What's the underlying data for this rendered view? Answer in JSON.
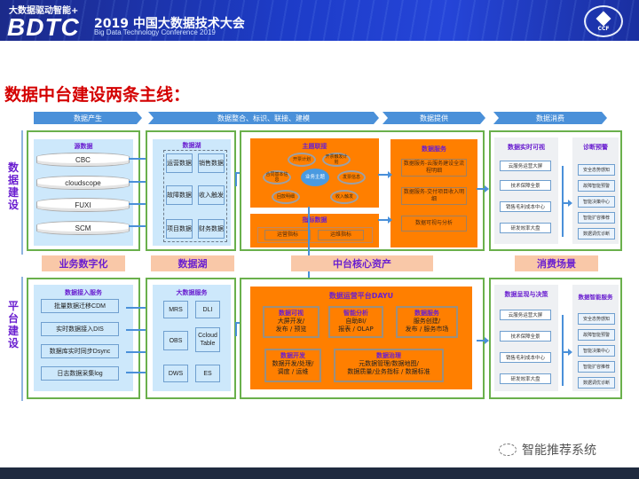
{
  "header": {
    "tagline": "大数据驱动智能+",
    "logo": "BDTC",
    "conference_cn": "2019 中国大数据技术大会",
    "conference_en": "Big Data Technology Conference 2019",
    "badge_text": "CCF"
  },
  "title": "数据中台建设两条主线：",
  "phases": [
    "数据产生",
    "数据整合、标识、联接、建模",
    "数据提供",
    "数据消费"
  ],
  "rows": {
    "data_construction": "数据建设",
    "platform_construction": "平台建设"
  },
  "data_row": {
    "source": {
      "title": "源数据",
      "items": [
        "CBC",
        "cloudscope",
        "FUXI",
        "SCM"
      ]
    },
    "lake": {
      "title": "数据湖",
      "cells": [
        "运营数据",
        "销售数据",
        "故障数据",
        "收入触发",
        "项目数据",
        "财务数据"
      ]
    },
    "topic": {
      "title": "主题联接",
      "hub": "业务主题",
      "nodes": [
        "开票计划",
        "开票触发计划",
        "合同基本信息",
        "发票信息",
        "回款明细",
        "收入触发"
      ]
    },
    "indicator": {
      "title": "指标数据",
      "cells": [
        "运营指标",
        "运维指标"
      ]
    },
    "service": {
      "title": "数据服务",
      "cells": [
        "数据服务-云服务建设全流程明细",
        "数据服务-交付项目收入明细",
        "数据可视与分析"
      ]
    },
    "realtime": {
      "title": "数据实时可视",
      "cells": [
        "云服务运营大屏",
        "技术保障全景",
        "销售毛利成本中心",
        "研发效率大盘"
      ]
    },
    "diagnosis": {
      "title": "诊断预警",
      "cells": [
        "安全态势感知",
        "故障智能预警",
        "智能决策中心",
        "智能扩容推荐",
        "数据调优诊断"
      ]
    }
  },
  "bands": [
    "业务数字化",
    "数据湖",
    "中台核心资产",
    "消费场景"
  ],
  "platform_row": {
    "ingest": {
      "title": "数据接入服务",
      "items": [
        "批量数据迁移CDM",
        "实时数据接入DIS",
        "数据库实时同步Dsync",
        "日志数据采集log"
      ]
    },
    "bigdata": {
      "title": "大数据服务",
      "cells": [
        "MRS",
        "DLI",
        "OBS",
        "Ccloud Table",
        "DWS",
        "ES"
      ]
    },
    "dayu": {
      "title": "数据运营平台DAYU",
      "modules": [
        {
          "head": "数据可视",
          "line1": "大屏开发/",
          "line2": "发布 / 预览"
        },
        {
          "head": "智能分析",
          "line1": "自助BI/",
          "line2": "报表 / OLAP"
        },
        {
          "head": "数据服务",
          "line1": "服务创建/",
          "line2": "发布 / 服务市场"
        },
        {
          "head": "数据开发",
          "line1": "数据开发/处理/",
          "line2": "调度 / 运维"
        },
        {
          "head": "数据治理",
          "line1": "元数据管理/数据地图/",
          "line2": "数据质量/业务指标 / 数据标准"
        }
      ]
    },
    "presentation": {
      "title": "数据呈现与决策",
      "cells": [
        "云服务运营大屏",
        "技术保障全景",
        "销售毛利成本中心",
        "研发效率大盘"
      ]
    },
    "intelligent": {
      "title": "数据智能服务",
      "cells": [
        "安全态势感知",
        "故障智能预警",
        "智能决策中心",
        "智能扩容推荐",
        "数据调优诊断"
      ]
    }
  },
  "watermark": "智能推荐系统",
  "colors": {
    "accent_orange": "#ff7f00",
    "accent_purple": "#6a1fd0",
    "title_red": "#d40000",
    "green_border": "#6ab04c",
    "arrow_blue": "#4a90d9"
  }
}
